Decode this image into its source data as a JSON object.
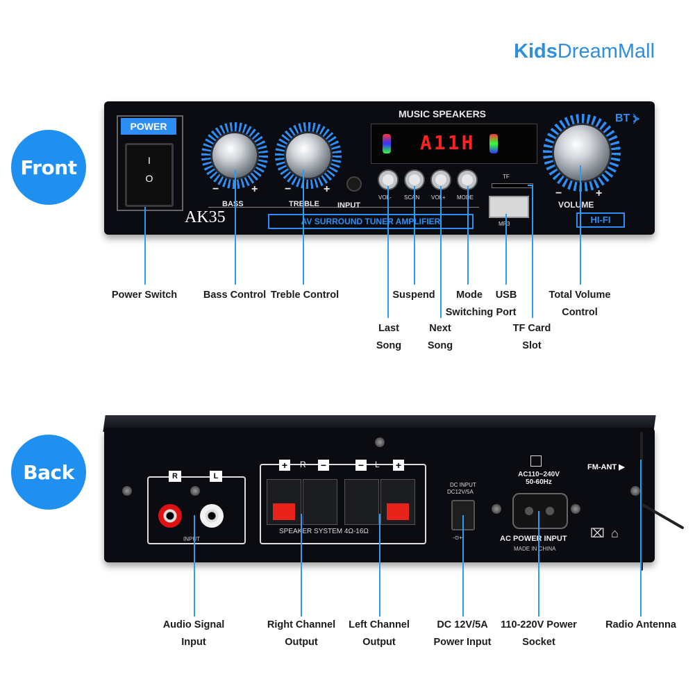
{
  "brand": {
    "bold": "Kids",
    "rest": "DreamMall"
  },
  "badges": {
    "front": "Front",
    "back": "Back"
  },
  "front_panel": {
    "power_title": "POWER",
    "rocker_symbols": [
      "I",
      "O"
    ],
    "bass_label": "BASS",
    "treble_label": "TREBLE",
    "input_label": "INPUT",
    "model": "AK35",
    "banner": "AV SURROUND TUNER AMPLIFIER",
    "display_title": "MUSIC SPEAKERS",
    "display_value": "A11H",
    "bt_label": "BT",
    "buttons": [
      "VOL-",
      "SCAN",
      "VOL+",
      "MODE"
    ],
    "tf_label": "TF",
    "mp3_label": "MP3",
    "volume_label": "VOLUME",
    "hifi_label": "HI-FI",
    "minus": "−",
    "plus": "+"
  },
  "front_callouts": {
    "power_switch": "Power Switch",
    "bass_control": "Bass Control",
    "treble_control": "Treble Control",
    "suspend": "Suspend",
    "mode_switching": [
      "Mode",
      "Switching"
    ],
    "usb_port": [
      "USB",
      "Port"
    ],
    "total_volume": [
      "Total Volume",
      "Control"
    ],
    "last_song": [
      "Last",
      "Song"
    ],
    "next_song": [
      "Next",
      "Song"
    ],
    "tf_card_slot": [
      "TF Card",
      "Slot"
    ]
  },
  "back_panel": {
    "rca_r": "R",
    "rca_l": "L",
    "input": "INPUT",
    "speaker_r": "R",
    "speaker_l": "L",
    "speaker_system": "SPEAKER SYSTEM 4Ω-16Ω",
    "dc_input": [
      "DC INPUT",
      "DC12V/5A"
    ],
    "ac_rating": [
      "AC110~240V",
      "50-60Hz"
    ],
    "ac_power_input": "AC POWER INPUT",
    "made_in": "MADE IN CHINA",
    "fm_ant": "FM-ANT ▶"
  },
  "back_callouts": {
    "audio_signal": [
      "Audio Signal",
      "Input"
    ],
    "right_channel": [
      "Right Channel",
      "Output"
    ],
    "left_channel": [
      "Left Channel",
      "Output"
    ],
    "dc_power": [
      "DC 12V/5A",
      "Power Input"
    ],
    "ac_power": [
      "110-220V Power",
      "Socket"
    ],
    "radio_antenna": "Radio Antenna"
  }
}
